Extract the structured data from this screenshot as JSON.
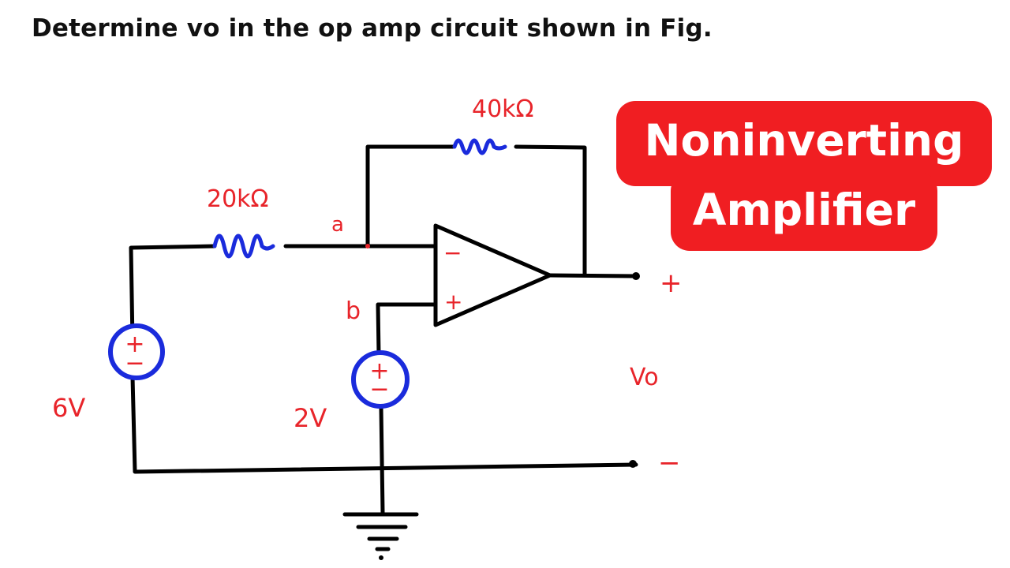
{
  "question": "Determine vo in the op amp circuit shown in Fig.",
  "badge": {
    "line1": "Noninverting",
    "line2": "Amplifier",
    "color": "#f01e22"
  },
  "circuit": {
    "r_input_label": "20kΩ",
    "r_feedback_label": "40kΩ",
    "node_a": "a",
    "node_b": "b",
    "source_left_label": "6V",
    "source_right_label": "2V",
    "opamp_inverting": "−",
    "opamp_noninverting": "+",
    "output_plus": "+",
    "output_minus": "−",
    "output_label": "Vo",
    "source_plus": "+",
    "source_minus": "−",
    "wire_color": "#000000",
    "component_color": "#1a2bdc",
    "label_color": "#e8242a"
  }
}
